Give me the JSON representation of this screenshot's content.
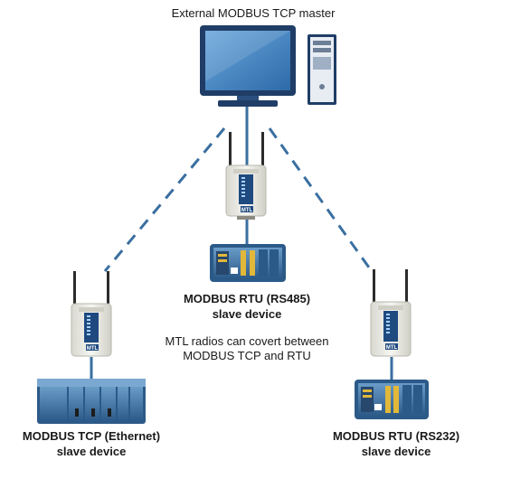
{
  "master": {
    "label": "External MODBUS TCP  master"
  },
  "center_device": {
    "line1": "MODBUS RTU (RS485)",
    "line2": "slave device"
  },
  "note": {
    "line1": "MTL radios can covert between",
    "line2": "MODBUS TCP  and RTU"
  },
  "left_device": {
    "line1": "MODBUS TCP (Ethernet)",
    "line2": "slave device"
  },
  "right_device": {
    "line1": "MODBUS RTU (RS232)",
    "line2": "slave device"
  },
  "radio_brand": "MTL",
  "colors": {
    "link": "#3a6fa0",
    "monitor_frame": "#1f3d66",
    "monitor_screen": "#3f82c4",
    "radio_body": "#e9e9e3",
    "radio_panel": "#1e4a80",
    "plc_body": "#3d6fa0",
    "plc_module": "#e1b83a"
  }
}
